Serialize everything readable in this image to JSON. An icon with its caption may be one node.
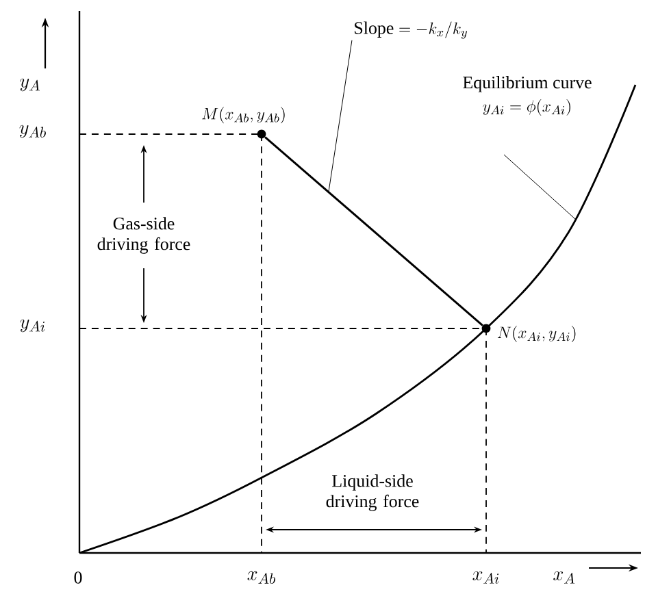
{
  "diagram": {
    "nodes": [
      {
        "text": [
          "M(x_{Ab}, y_{Ab})"
        ]
      },
      {
        "text": [
          "N(x_{Ai}, y_{Ai})"
        ]
      },
      {
        "text": [
          "\\mathrm{Slope} = -k_x/k_y"
        ]
      },
      {
        "text": [
          "Equilibrium curve",
          "y_{Ai} = \\phi(x_{Ai})"
        ]
      }
    ],
    "edges": [
      {
        "from": 0,
        "to": 1,
        "arrow": "none"
      },
      {
        "from": 2,
        "to": null,
        "arrow": "none"
      },
      {
        "from": 3,
        "to": null,
        "arrow": "none"
      }
    ],
    "labels": [
      "y_A",
      "y_{Ab}",
      "Gas-side driving force",
      "y_{Ai}",
      "Liquid-side driving force",
      "0",
      "x_{Ab}",
      "x_{Ai}",
      "x_A"
    ]
  }
}
